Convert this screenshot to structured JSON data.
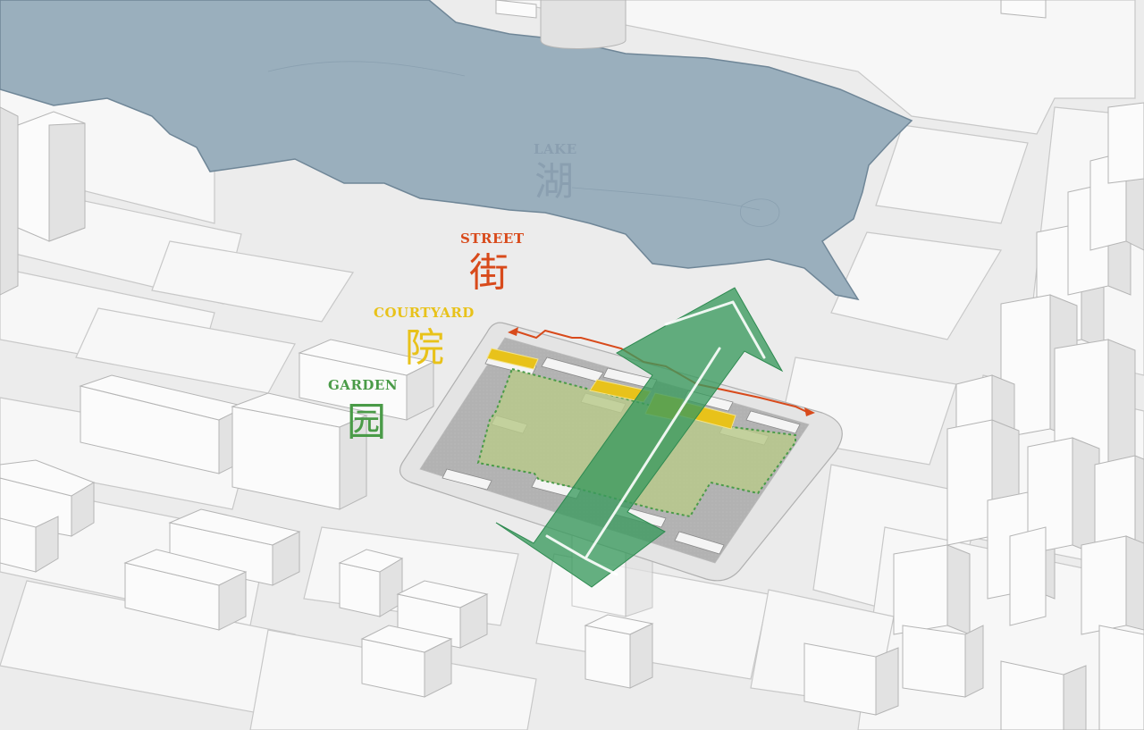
{
  "labels": {
    "lake": {
      "en": "LAKE",
      "cn": "湖"
    },
    "street": {
      "en": "STREET",
      "cn": "街"
    },
    "courtyard": {
      "en": "COURTYARD",
      "cn": "院"
    },
    "garden": {
      "en": "GARDEN",
      "cn": "园"
    }
  },
  "colors": {
    "background": "#ececec",
    "road": "#dcdcdc",
    "block": "#f7f7f7",
    "building_top": "#fbfbfb",
    "building_side": "#e2e2e2",
    "building_edge": "#b5b5b5",
    "water": "#9aafbd",
    "lake_label": "#8a9fb0",
    "street": "#d84a1b",
    "courtyard": "#e8c21a",
    "garden": "#4a9b48",
    "garden_fill": "#b8c98a",
    "arrow": "#3a9a5e"
  },
  "icons": [
    "bidirectional-arrow-icon"
  ]
}
